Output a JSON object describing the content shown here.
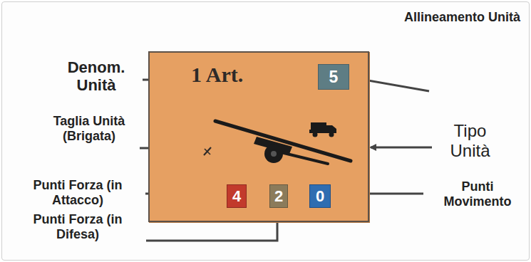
{
  "diagram": {
    "nodes": [
      {
        "text": [
          "1 Art."
        ]
      },
      {
        "text": [
          "5"
        ],
        "in": 0
      },
      {
        "text": [
          "4"
        ],
        "in": 0
      },
      {
        "text": [
          "2"
        ],
        "in": 0
      },
      {
        "text": [
          "0"
        ],
        "in": 0
      }
    ],
    "labels": [
      "Denom. Unità",
      "Allineamento Unità",
      "Taglia Unità (Brigata)",
      "Tipo Unità",
      "Punti Forza (in Attacco)",
      "Punti Movimento",
      "Punti Forza (in Difesa)"
    ]
  }
}
